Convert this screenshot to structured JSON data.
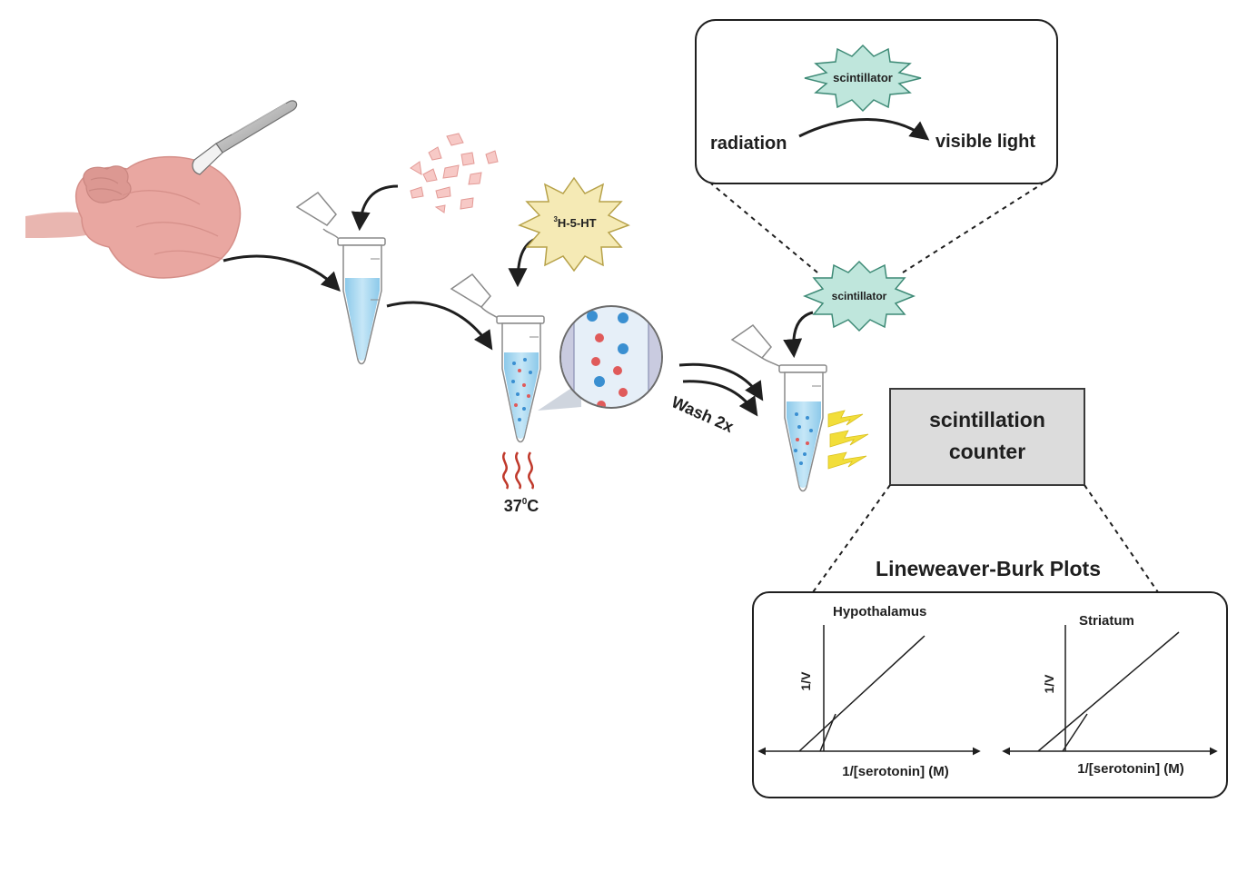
{
  "diagram": {
    "scintillation_inset": {
      "badge_label": "scintillator",
      "input_label": "radiation",
      "output_label": "visible light"
    },
    "tracer_label_sup": "3",
    "tracer_label_main": "H-5-HT",
    "temperature_value": "37",
    "temperature_sup": "0",
    "temperature_unit": "C",
    "wash_label": "Wash 2x",
    "scintillator_label": "scintillator",
    "counter_label_line1": "scintillation",
    "counter_label_line2": "counter",
    "plots_title": "Lineweaver-Burk Plots",
    "plots": [
      {
        "title": "Hypothalamus",
        "y_axis_label": "1/V",
        "x_axis_label": "1/[serotonin] (M)"
      },
      {
        "title": "Striatum",
        "y_axis_label": "1/V",
        "x_axis_label": "1/[serotonin] (M)"
      }
    ],
    "colors": {
      "tissue": "#e9a7a1",
      "tube_liquid": "#a9d8f0",
      "scintillator_badge": "#bfe6dc",
      "tracer_badge": "#f5eab5",
      "counter_box": "#dcdcdc",
      "heat": "#c0392b",
      "flash": "#f2de3a",
      "dot_blue": "#3a8fd1",
      "dot_red": "#e05a5a"
    }
  }
}
